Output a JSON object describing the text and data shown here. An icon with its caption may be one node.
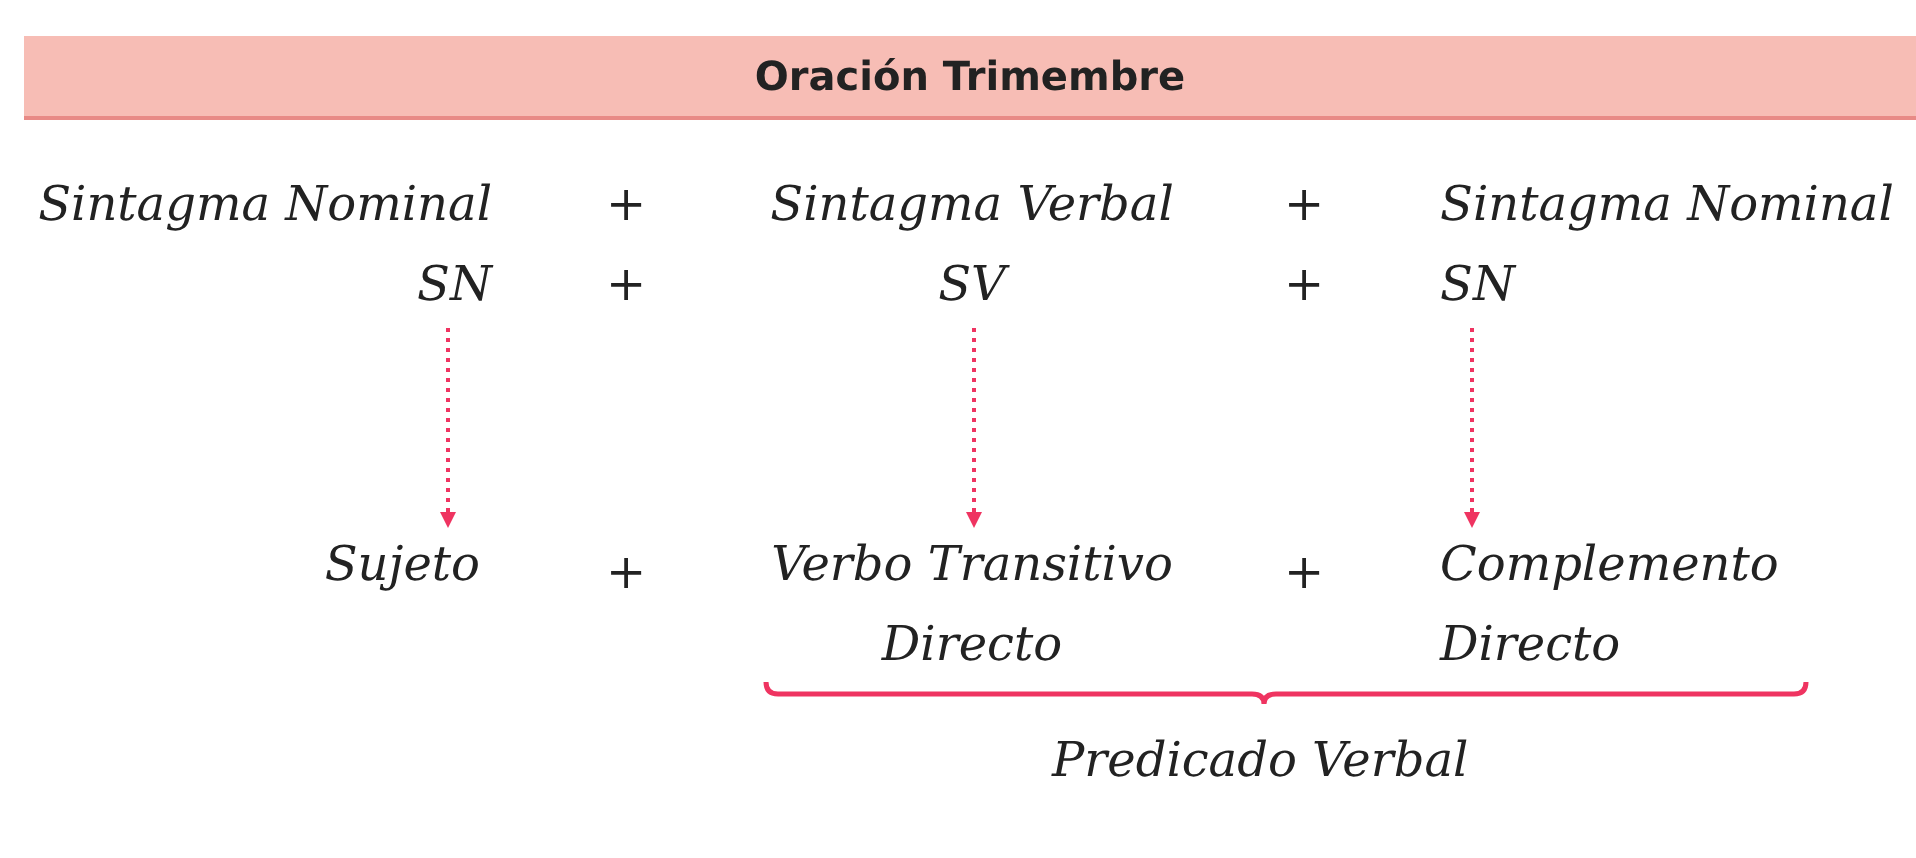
{
  "diagram": {
    "title": "Oración Trimembre",
    "nodes": [
      {
        "text": [
          "Sintagma Nominal",
          "SN"
        ]
      },
      {
        "text": [
          "Sintagma Verbal",
          "SV"
        ]
      },
      {
        "text": [
          "Sintagma Nominal",
          "SN"
        ]
      },
      {
        "text": [
          "Sujeto"
        ]
      },
      {
        "text": [
          "Verbo Transitivo Directo"
        ]
      },
      {
        "text": [
          "Complemento Directo"
        ]
      }
    ],
    "edges": [
      {
        "from": 0,
        "to": 3,
        "arrow": "to",
        "style": "dashed",
        "color": "#ef3461"
      },
      {
        "from": 1,
        "to": 4,
        "arrow": "to",
        "style": "dashed",
        "color": "#ef3461"
      },
      {
        "from": 2,
        "to": 5,
        "arrow": "to",
        "style": "dashed",
        "color": "#ef3461"
      }
    ],
    "labels": [
      "+",
      "+",
      "+",
      "+",
      "+",
      "+",
      "Predicado Verbal"
    ]
  }
}
